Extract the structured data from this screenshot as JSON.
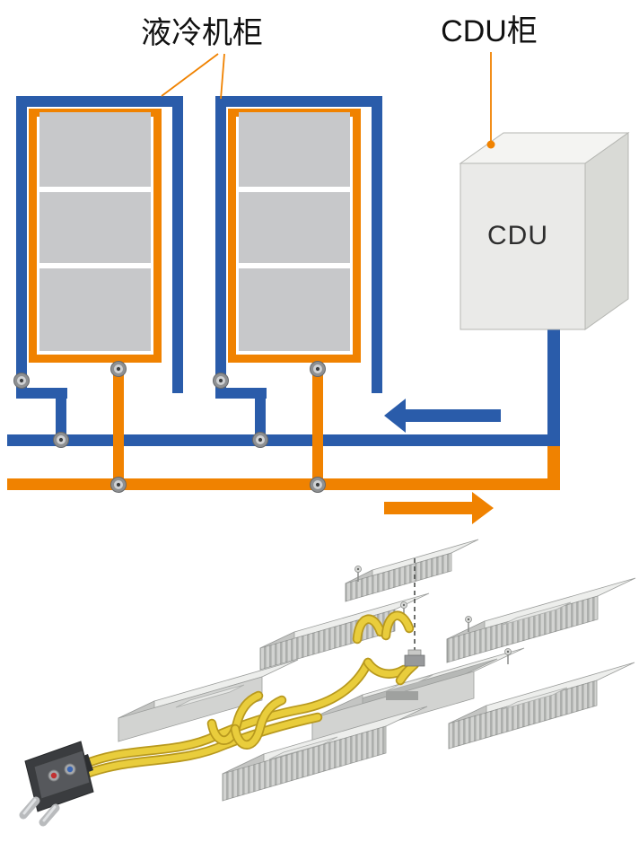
{
  "title_labels": {
    "cabinet_label": "液冷机柜",
    "cdu_cabinet_label": "CDU柜"
  },
  "cdu_box": {
    "label": "CDU"
  },
  "schematic": {
    "cabinet_count": 2,
    "server_blocks_per_cabinet": 3,
    "colors": {
      "pipe_blue": "#2A5CAA",
      "pipe_orange": "#F08200",
      "server_block_gray": "#C7C8CA",
      "leader_line_orange": "#F08200"
    },
    "flow": {
      "blue_arrow_direction": "left",
      "orange_arrow_direction": "right"
    }
  },
  "illustration": {
    "colors": {
      "tube_yellow": "#E9CD3C",
      "module_gray": "#EDEEEC",
      "connector_port_red": "#C23232",
      "connector_port_blue": "#3A66B4"
    }
  }
}
